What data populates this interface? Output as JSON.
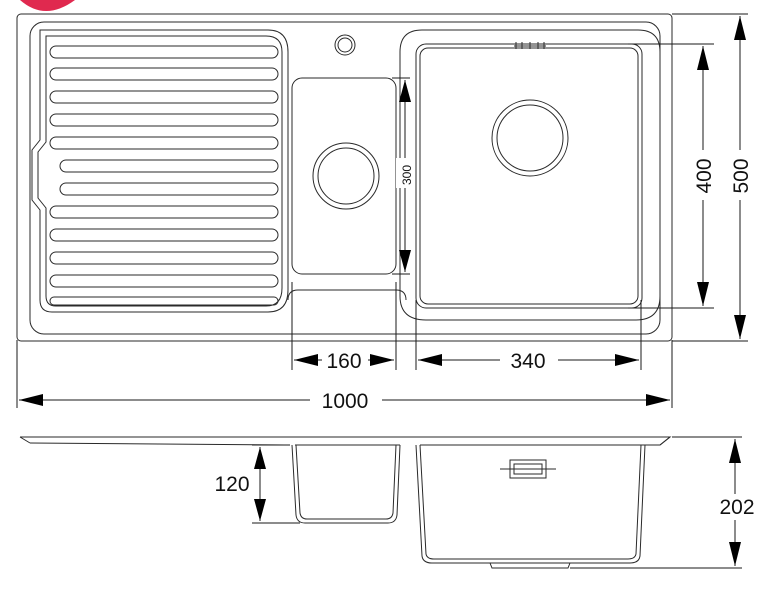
{
  "dimensions": {
    "overall_width": "1000",
    "overall_depth": "500",
    "large_bowl_width": "340",
    "large_bowl_depth": "400",
    "small_bowl_width": "160",
    "small_bowl_depth": "300",
    "small_bowl_height": "120",
    "large_bowl_height": "202"
  },
  "colors": {
    "badge": "#e0294f",
    "line": "#2a2a2a"
  }
}
